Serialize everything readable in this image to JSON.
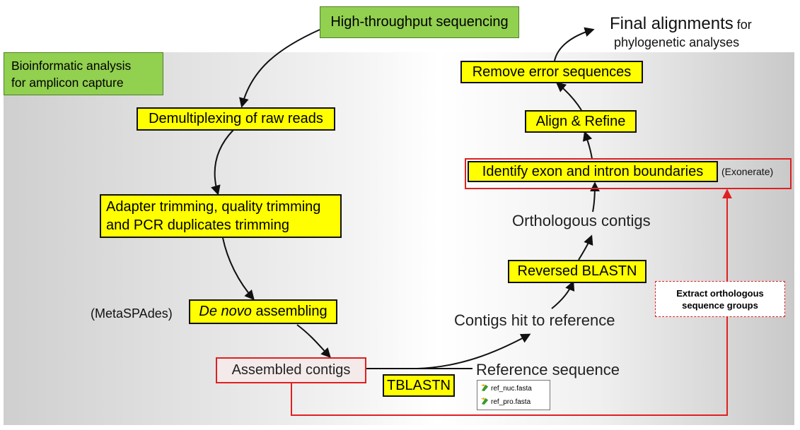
{
  "title_box": {
    "line1": "Bioinformatic analysis",
    "line2": "for amplicon capture"
  },
  "steps": {
    "hts": "High-throughput sequencing",
    "demux": "Demultiplexing of raw reads",
    "trim_line1": "Adapter trimming, quality trimming",
    "trim_line2": "and PCR duplicates trimming",
    "denovo_italic": "De novo",
    "denovo_rest": " assembling",
    "assembled": "Assembled contigs",
    "tblastn": "TBLASTN",
    "reversed": "Reversed BLASTN",
    "identify": "Identify exon and intron boundaries",
    "align": "Align & Refine",
    "remove": "Remove error sequences"
  },
  "labels": {
    "metaspades": "(MetaSPAdes)",
    "reference": "Reference sequence",
    "contigs_hit": "Contigs hit to reference",
    "orthologous": "Orthologous contigs",
    "exonerate": "(Exonerate)",
    "final_big": "Final alignments",
    "final_for": " for",
    "final_line2": "phylogenetic analyses",
    "extract_line1": "Extract orthologous",
    "extract_line2": "sequence groups"
  },
  "files": [
    "ref_nuc.fasta",
    "ref_pro.fasta"
  ],
  "colors": {
    "green": "#92d050",
    "yellow": "#ffff00",
    "red": "#e02020"
  }
}
